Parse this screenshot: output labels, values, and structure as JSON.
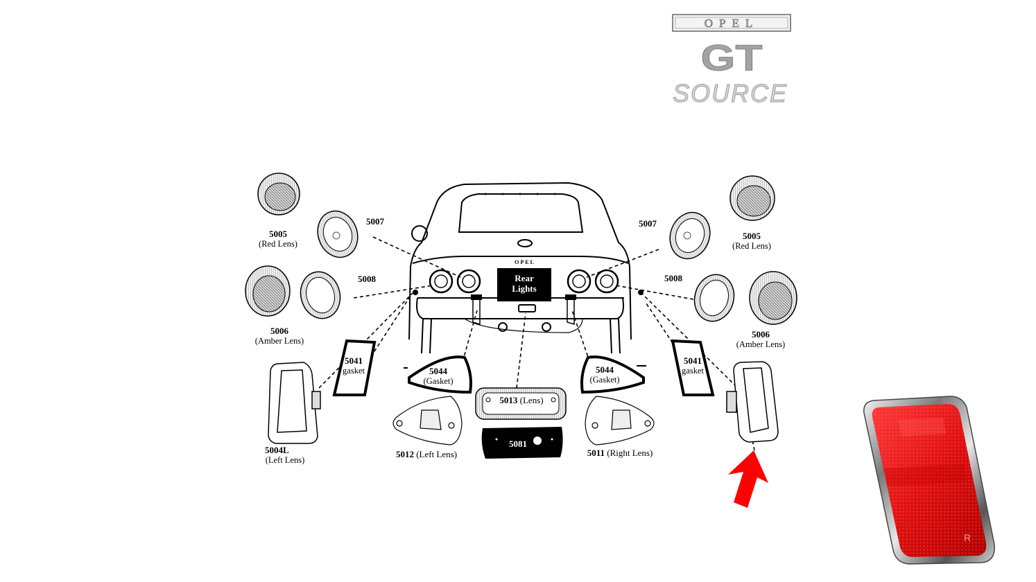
{
  "logo": {
    "brand": "OPEL",
    "model": "GT",
    "tagline": "SOURCE"
  },
  "center_box": {
    "line1": "Rear",
    "line2": "Lights"
  },
  "car_badge": "OPEL",
  "parts": {
    "p5005_left": {
      "num": "5005",
      "desc": "(Red Lens)"
    },
    "p5005_right": {
      "num": "5005",
      "desc": "(Red Lens)"
    },
    "p5007_left": {
      "num": "5007"
    },
    "p5007_right": {
      "num": "5007"
    },
    "p5008_left": {
      "num": "5008"
    },
    "p5008_right": {
      "num": "5008"
    },
    "p5006_left": {
      "num": "5006",
      "desc": "(Amber Lens)"
    },
    "p5006_right": {
      "num": "5006",
      "desc": "(Amber Lens)"
    },
    "p5041_left": {
      "num": "5041",
      "desc": "gasket"
    },
    "p5041_right": {
      "num": "5041",
      "desc": "gasket"
    },
    "p5044_left": {
      "num": "5044",
      "desc": "(Gasket)"
    },
    "p5044_right": {
      "num": "5044",
      "desc": "(Gasket)"
    },
    "p5013": {
      "num": "5013",
      "desc": "(Lens)"
    },
    "p5081": {
      "num": "5081"
    },
    "p5004L": {
      "num": "5004L",
      "desc": "(Left Lens)"
    },
    "p5012": {
      "num": "5012",
      "desc": "(Left Lens)"
    },
    "p5011": {
      "num": "5011",
      "desc": "(Right Lens)"
    }
  },
  "photo": {
    "corner_mark": "R"
  },
  "colors": {
    "highlight_arrow": "#ff0000",
    "reflector_red": "#e01010",
    "logo_gray": "#9a9a9a"
  }
}
